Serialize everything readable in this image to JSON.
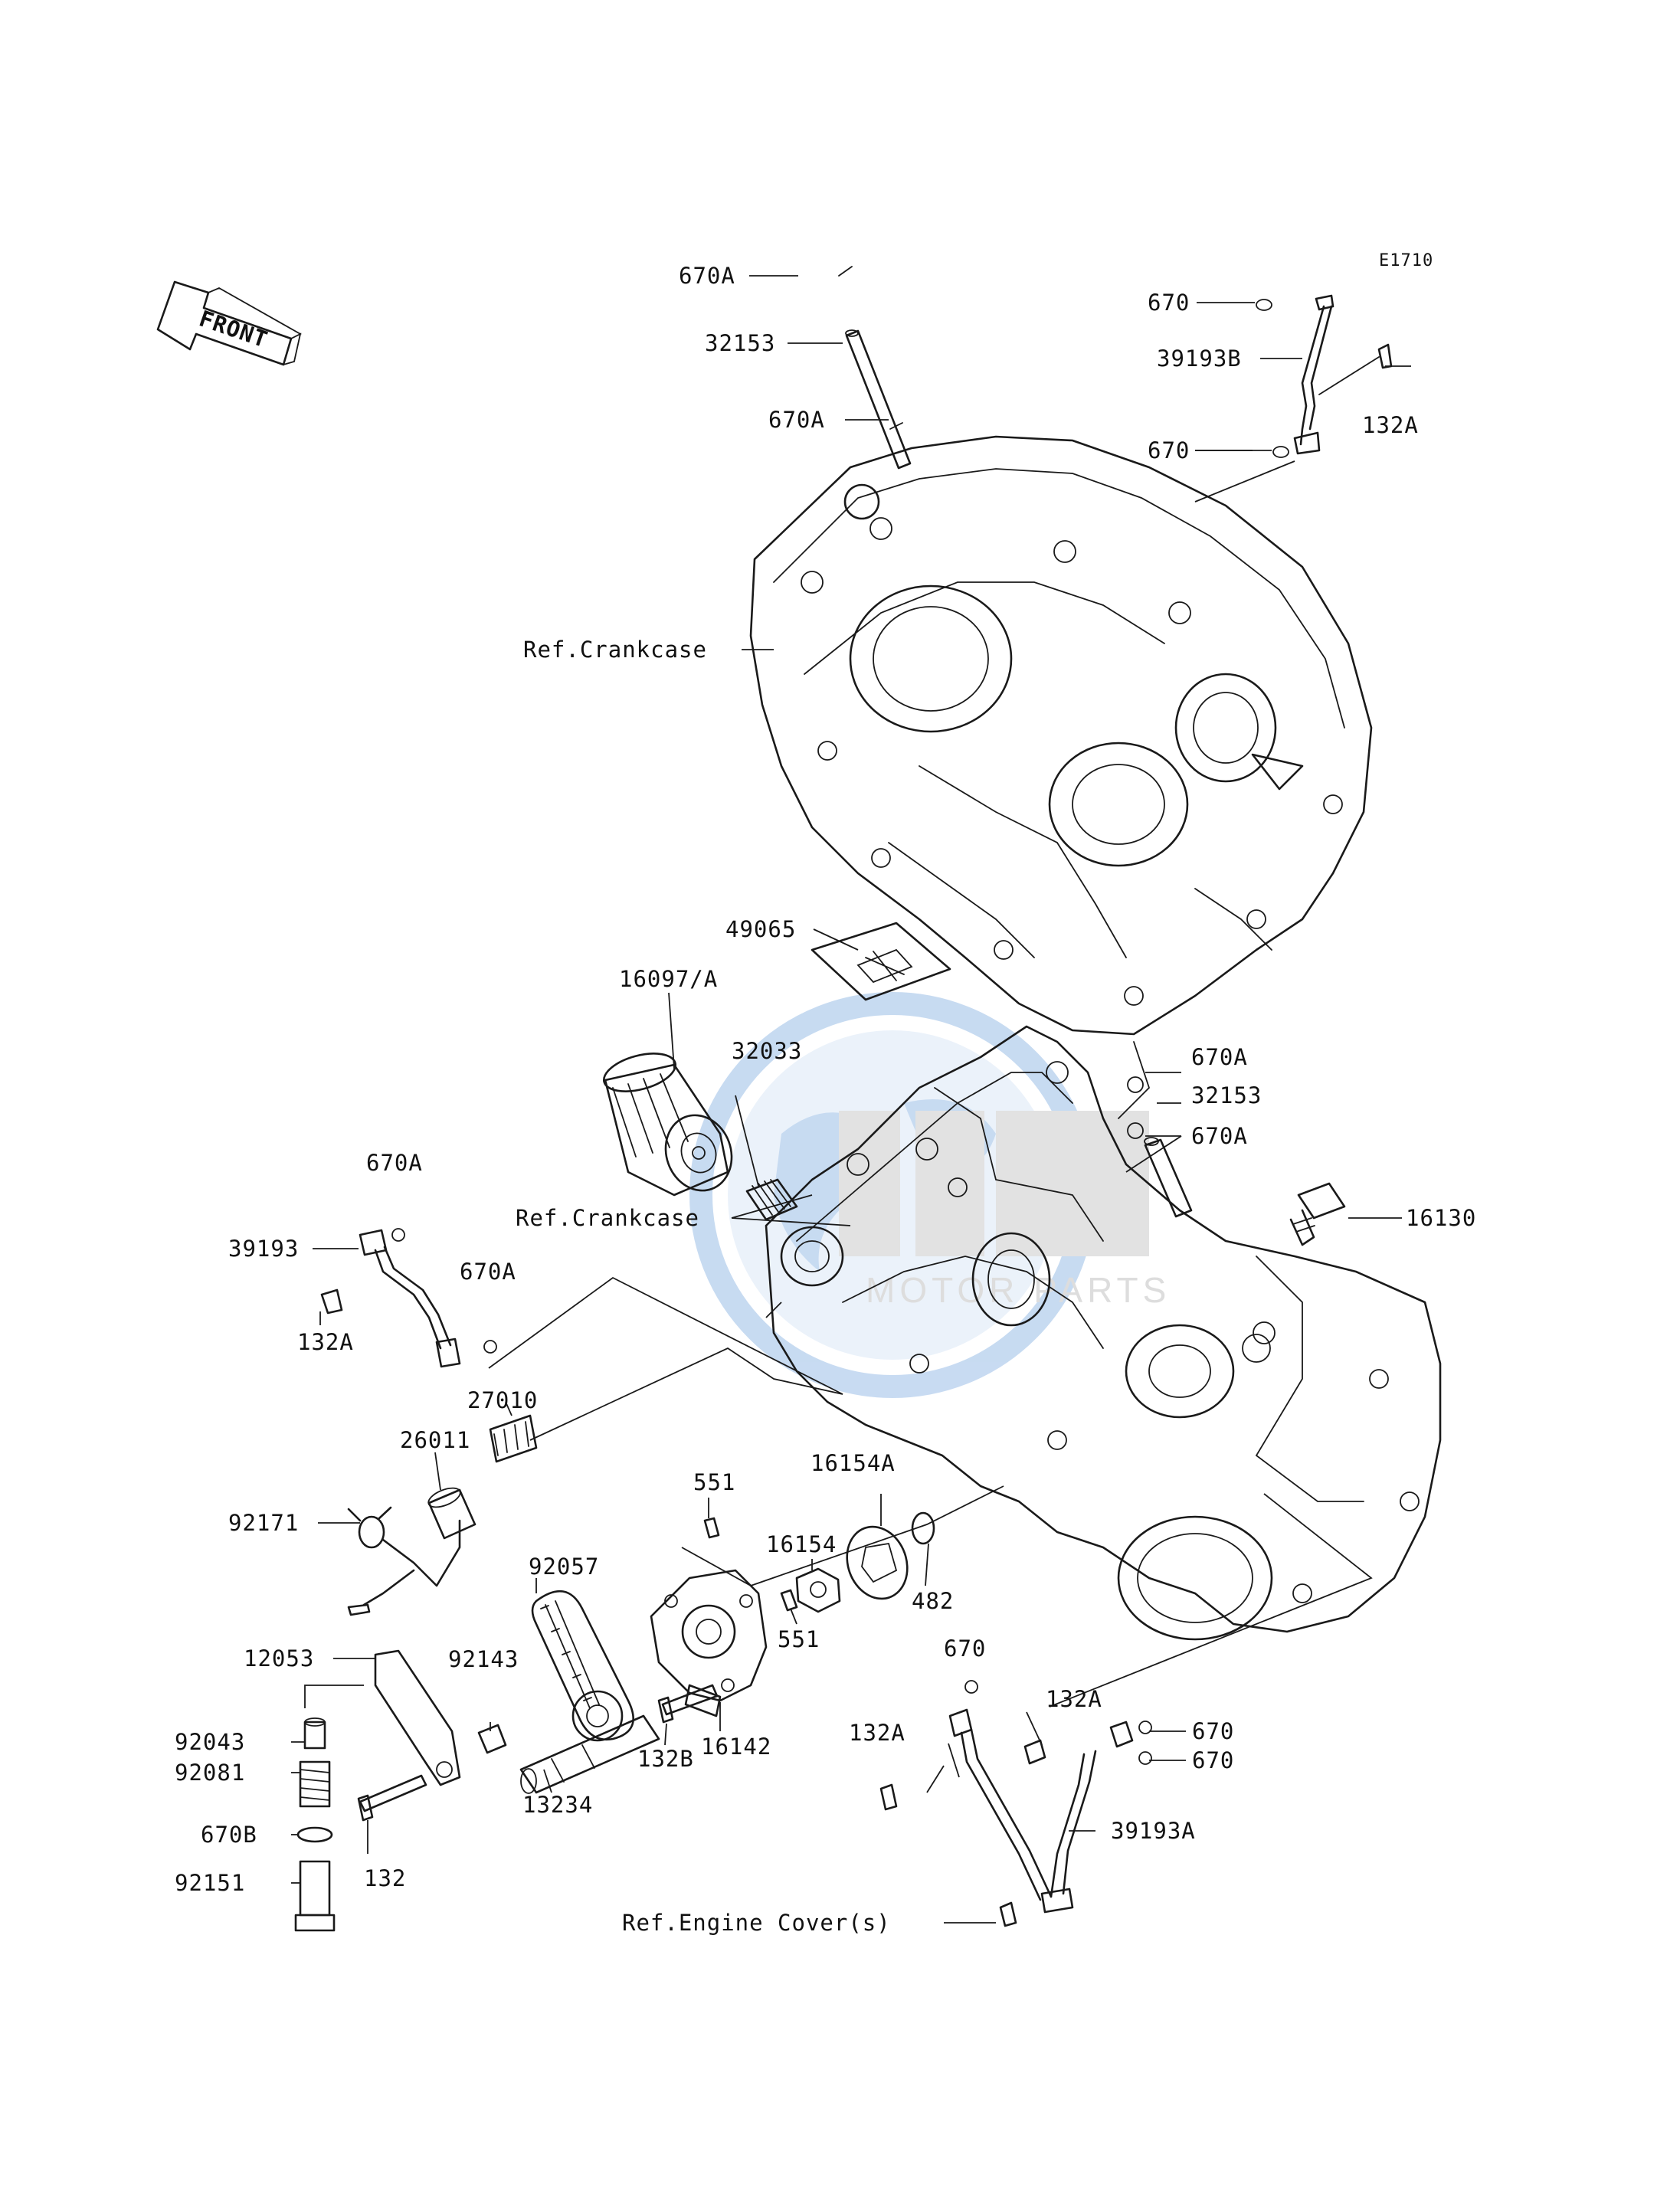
{
  "diagram_code": "E1710",
  "front_arrow_label": "FRONT",
  "watermark_text": "MOTOR PARTS",
  "colors": {
    "ink": "#1a1a1a",
    "watermark_blue": "#3a7fd0",
    "watermark_grey": "#9a9a9a"
  },
  "labels": {
    "l670A_top": "670A",
    "l32153_top": "32153",
    "l670A_top2": "670A",
    "l670_tr": "670",
    "l39193B": "39193B",
    "l132A_tr": "132A",
    "l670_tr2": "670",
    "ref_crankcase_1": "Ref.Crankcase",
    "l49065": "49065",
    "l16097A": "16097/A",
    "l32033": "32033",
    "l670A_mid": "670A",
    "l32153_mid": "32153",
    "l670A_mid2": "670A",
    "ref_crankcase_2": "Ref.Crankcase",
    "l16130": "16130",
    "l670A_left": "670A",
    "l39193": "39193",
    "l670A_left2": "670A",
    "l132A_left": "132A",
    "l27010": "27010",
    "l26011": "26011",
    "l551_top": "551",
    "l16154A": "16154A",
    "l16154": "16154",
    "l92171": "92171",
    "l92057": "92057",
    "l482": "482",
    "l551_bot": "551",
    "l12053": "12053",
    "l92143": "92143",
    "l670_br": "670",
    "l132A_br": "132A",
    "l92043": "92043",
    "l16142": "16142",
    "l132A_br2": "132A",
    "l670_br2": "670",
    "l670_br3": "670",
    "l92081": "92081",
    "l132B": "132B",
    "l13234": "13234",
    "l670B": "670B",
    "l39193A": "39193A",
    "l92151": "92151",
    "l132_bot": "132",
    "ref_engine_cover": "Ref.Engine Cover(s)"
  }
}
